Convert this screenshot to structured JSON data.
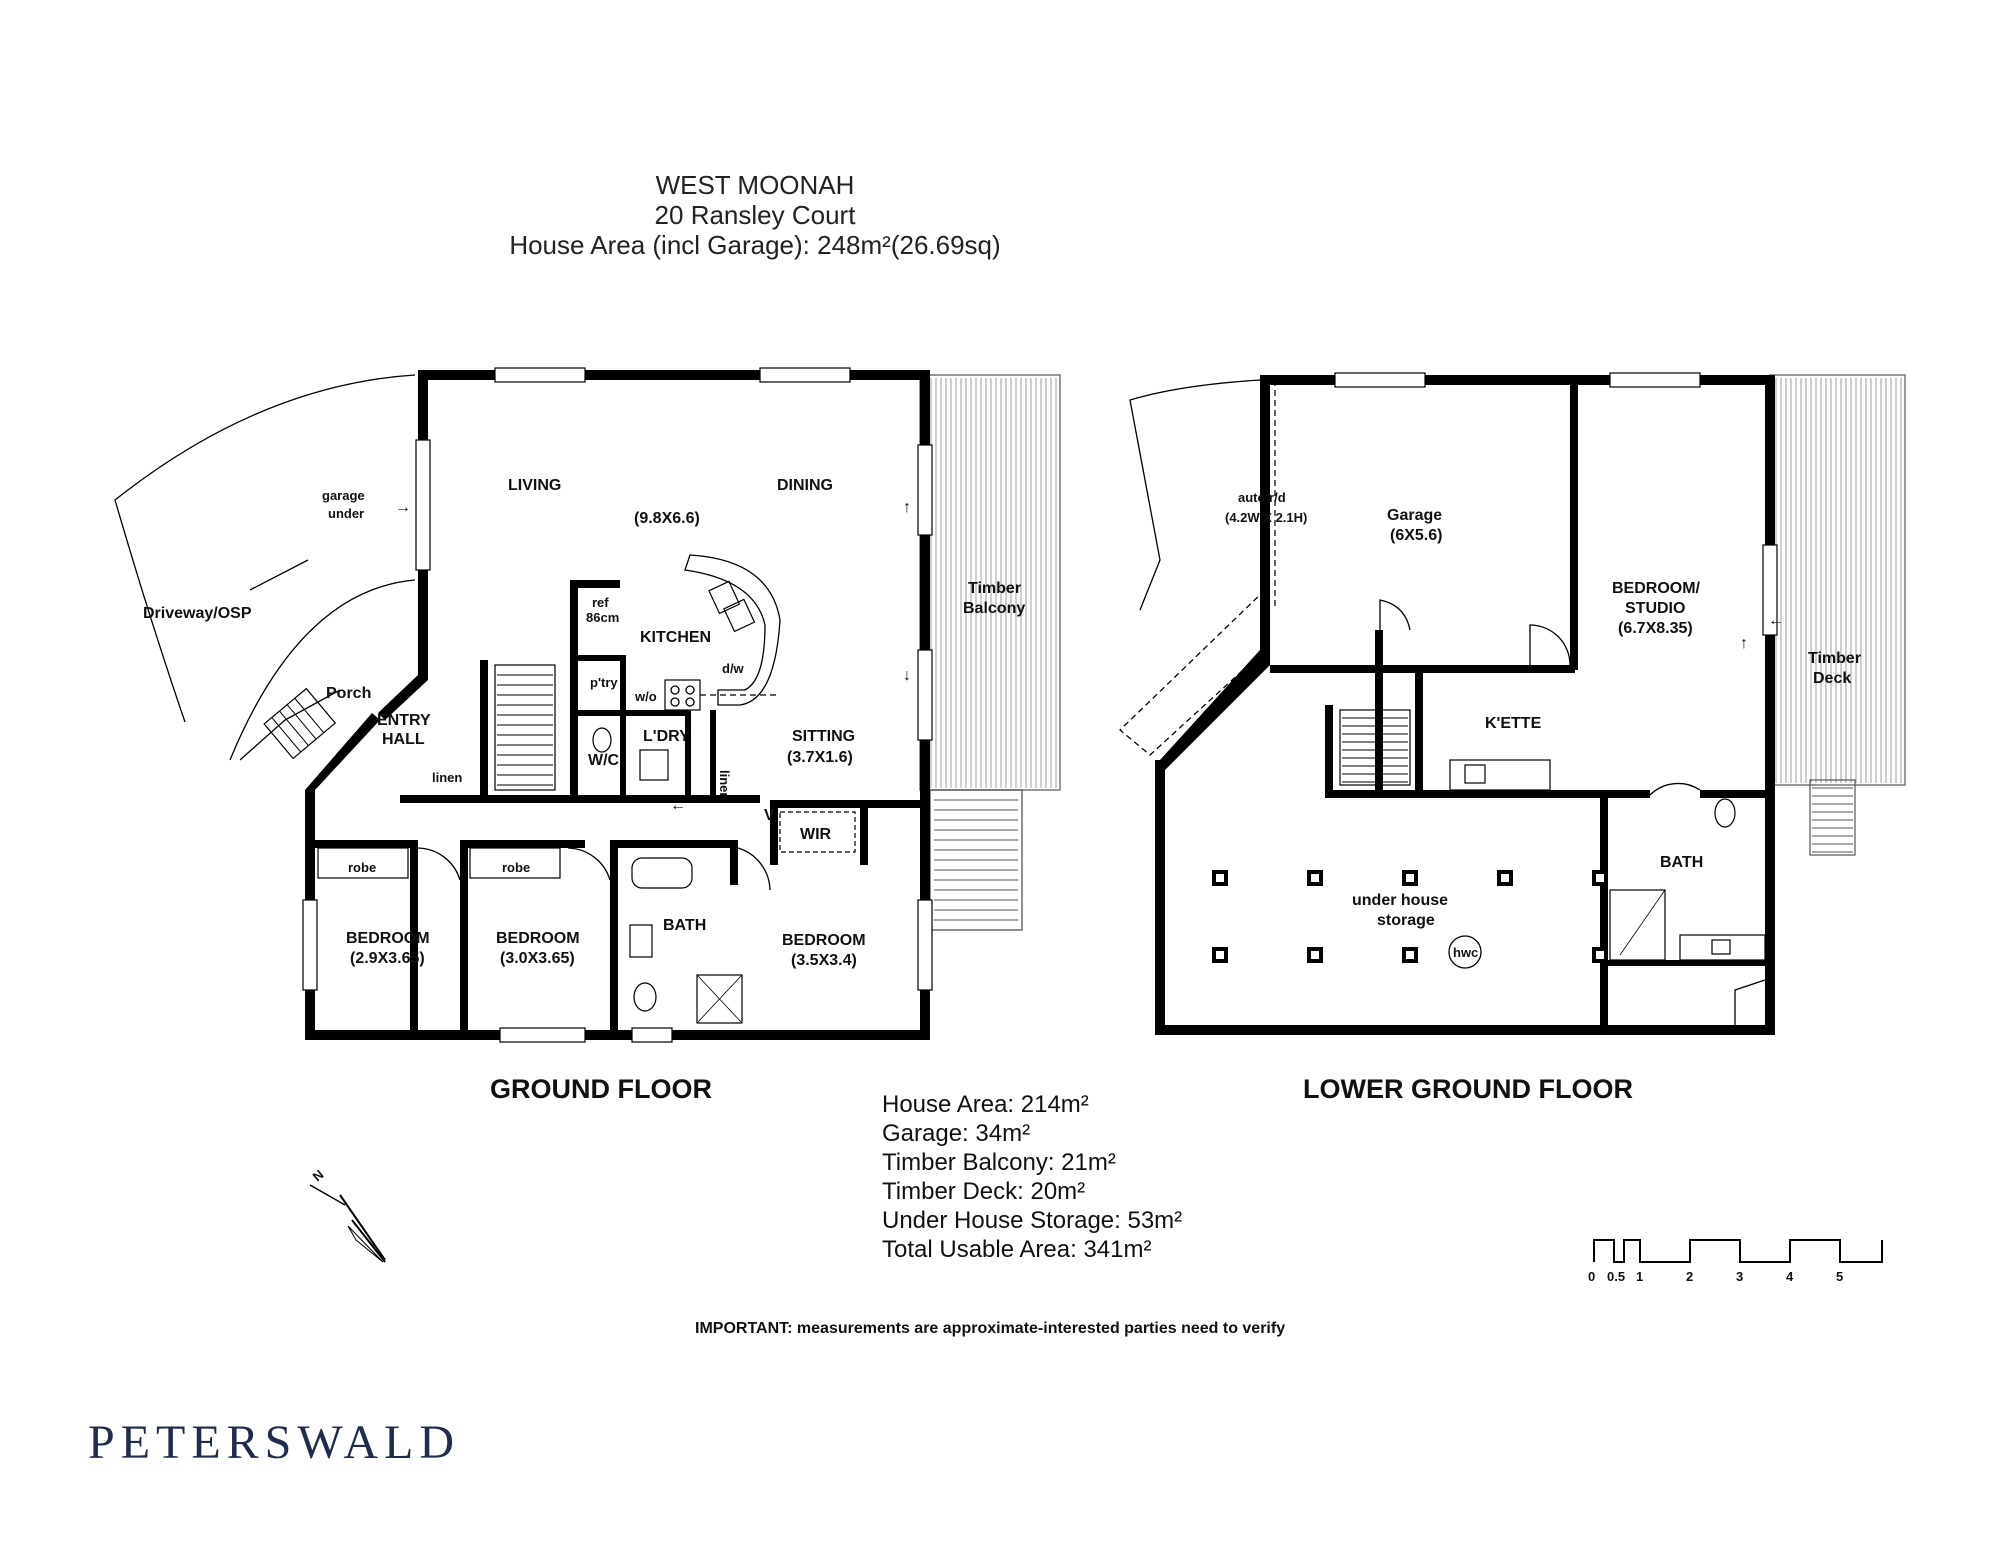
{
  "header": {
    "suburb": "WEST MOONAH",
    "address": "20 Ransley Court",
    "house_area": "House Area (incl Garage): 248m²(26.69sq)"
  },
  "ground_floor": {
    "title": "GROUND FLOOR",
    "labels": {
      "driveway": "Driveway/OSP",
      "garage_under_1": "garage",
      "garage_under_2": "under",
      "living": "LIVING",
      "dining": "DINING",
      "living_dims": "(9.8X6.6)",
      "kitchen": "KITCHEN",
      "ref_1": "ref",
      "ref_2": "86cm",
      "ptry": "p'try",
      "wo": "w/o",
      "dw": "d/w",
      "porch": "Porch",
      "entry_1": "ENTRY",
      "entry_2": "HALL",
      "linen_1": "linen",
      "linen_2": "linen",
      "wc": "W/C",
      "ldry": "L'DRY",
      "sitting": "SITTING",
      "sitting_dims": "(3.7X1.6)",
      "balcony_1": "Timber",
      "balcony_2": "Balcony",
      "robe_1": "robe",
      "robe_2": "robe",
      "wir": "WIR",
      "bath": "BATH",
      "bed1": "BEDROOM",
      "bed1_dims": "(2.9X3.65)",
      "bed2": "BEDROOM",
      "bed2_dims": "(3.0X3.65)",
      "bed3": "BEDROOM",
      "bed3_dims": "(3.5X3.4)"
    }
  },
  "lower_floor": {
    "title": "LOWER GROUND FLOOR",
    "labels": {
      "auto_1": "auto r/d",
      "auto_2": "(4.2W X 2.1H)",
      "garage": "Garage",
      "garage_dims": "(6X5.6)",
      "studio_1": "BEDROOM/",
      "studio_2": "STUDIO",
      "studio_dims": "(6.7X8.35)",
      "deck_1": "Timber",
      "deck_2": "Deck",
      "kette": "K'ETTE",
      "bath": "BATH",
      "storage_1": "under house",
      "storage_2": "storage",
      "hwc": "hwc"
    }
  },
  "areas": [
    "House Area: 214m²",
    "Garage: 34m²",
    "Timber Balcony: 21m²",
    "Timber Deck: 20m²",
    "Under House Storage: 53m²",
    "Total Usable Area: 341m²"
  ],
  "north_label": "N",
  "scale_labels": [
    "0",
    "0.5",
    "1",
    "2",
    "3",
    "4",
    "5"
  ],
  "disclaimer": "IMPORTANT: measurements are approximate-interested parties need to verify",
  "brand": "PETERSWALD"
}
